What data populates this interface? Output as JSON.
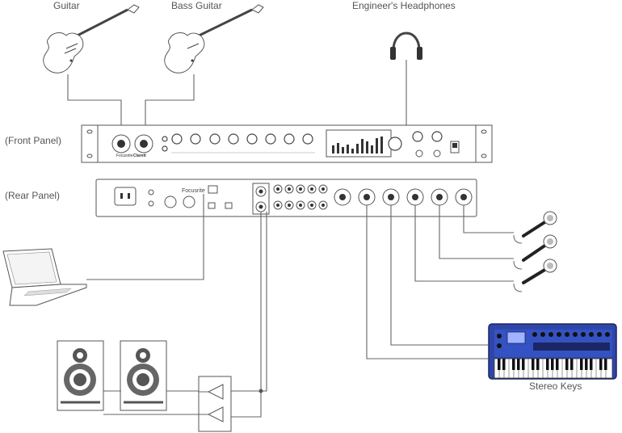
{
  "labels": {
    "guitar": "Guitar",
    "bass_guitar": "Bass Guitar",
    "headphones": "Engineer's Headphones",
    "front_panel": "(Front Panel)",
    "rear_panel": "(Rear Panel)",
    "stereo_keys": "Stereo Keys"
  },
  "device": {
    "brand_front": "Focusrite",
    "model_front": "Clarett",
    "brand_rear": "Focusrite"
  },
  "icons": [
    "guitar-icon",
    "bass-guitar-icon",
    "headphones-icon",
    "laptop-icon",
    "studio-monitor-icon",
    "microphone-icon",
    "keyboard-synth-icon",
    "amplifier-icon"
  ],
  "colors": {
    "line": "#666666",
    "synth_blue": "#2f46a8",
    "speaker_cone": "#555555"
  }
}
